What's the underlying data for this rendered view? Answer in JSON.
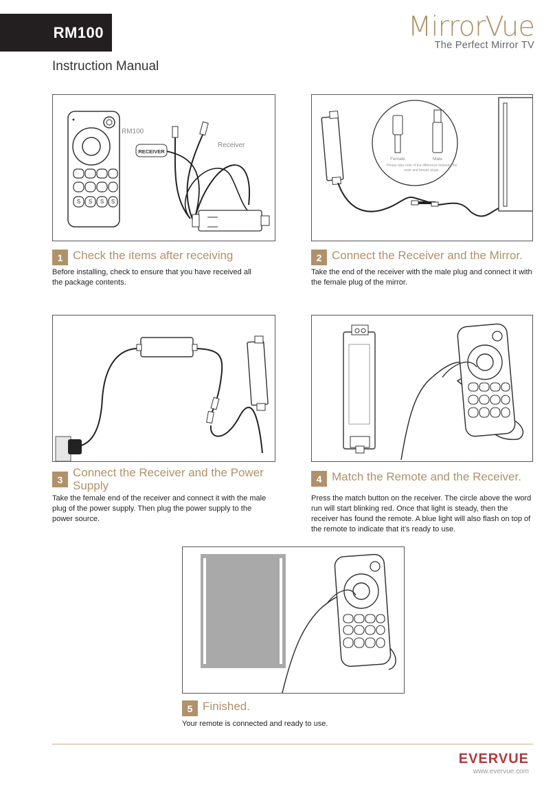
{
  "header": {
    "model": "RM100",
    "manual_title": "Instruction Manual",
    "brand_name": "MirrorVue",
    "brand_tagline": "The Perfect Mirror TV"
  },
  "steps": [
    {
      "number": "1",
      "title": "Check the items after receiving",
      "text": "Before installing, check to ensure that you have received all the package contents.",
      "labels": {
        "remote": "RM100",
        "receiver": "Receiver",
        "tag": "RECEIVER"
      }
    },
    {
      "number": "2",
      "title": "Connect the Receiver and the Mirror.",
      "text": "Take the end of the receiver with the male plug and connect it with the female plug of the mirror.",
      "labels": {
        "female": "Female",
        "male": "Male",
        "note": "Please take note of the difference between the male and female plugs."
      }
    },
    {
      "number": "3",
      "title": "Connect the Receiver and the Power Supply",
      "text": "Take the female end of the receiver and connect it with the male plug of the power supply. Then plug the power supply to the power source."
    },
    {
      "number": "4",
      "title": "Match the Remote and the Receiver.",
      "text": "Press the match button on the receiver. The circle above the word run will start blinking red. Once that light is steady, then the receiver has found the remote. A blue light will also flash on top of the remote to indicate that it’s ready to use."
    },
    {
      "number": "5",
      "title": "Finished.",
      "text": "Your remote is connected and ready to use."
    }
  ],
  "footer": {
    "logo": "EVERVUE",
    "url": "www.evervue.com"
  },
  "colors": {
    "accent": "#b0916a",
    "dark_tab": "#231f20",
    "logo_red": "#b0393a"
  }
}
